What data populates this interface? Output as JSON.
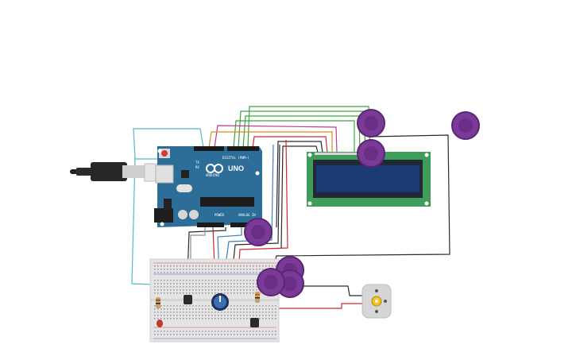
{
  "arduino": {
    "brand": "ARDUINO",
    "model": "UNO",
    "digital_label": "DIGITAL (PWM~)",
    "power_label": "POWER",
    "analog_label": "ANALOG IN",
    "tx_label": "TX",
    "rx_label": "RX"
  },
  "lcd": {
    "type": "16x2 LCD"
  },
  "breadboard": {
    "type": "half breadboard"
  },
  "components": [
    "usb-cable",
    "arduino-uno",
    "lcd-16x2",
    "breadboard",
    "potentiometer",
    "led-red",
    "resistor",
    "transistor",
    "temperature-sensor",
    "dc-motor",
    "connection-hub"
  ],
  "colors": {
    "arduino_blue": "#2d6e98",
    "lcd_green": "#3f9d5a",
    "lcd_screen": "#1c3a73",
    "hub_purple": "#7a3a97",
    "wire_green": "#3aa63a",
    "wire_magenta": "#c2388b",
    "wire_orange": "#d88a1e",
    "wire_red": "#d12a2a",
    "wire_black": "#2a2a2a",
    "wire_cyan": "#59b7c4",
    "wire_blue": "#3a7fc4"
  }
}
